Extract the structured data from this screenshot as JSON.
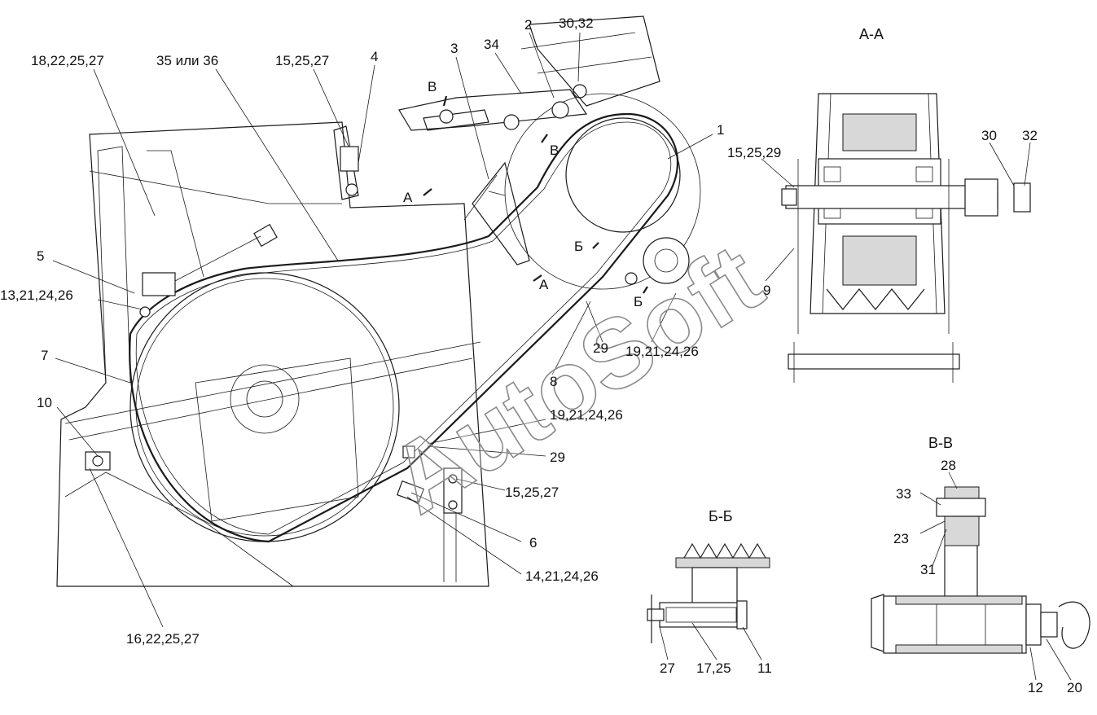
{
  "colors": {
    "ink": "#1a1a1a",
    "paper": "#ffffff",
    "watermark_stroke": "#8a8a8a"
  },
  "watermark": "AutoSoft",
  "sections": {
    "aa": "А-А",
    "bb": "Б-Б",
    "vv": "В-В"
  },
  "labels": {
    "l_18_22_25_27": "18,22,25,27",
    "l_35_or_36": "35 или 36",
    "l_15_25_27_top": "15,25,27",
    "l_4": "4",
    "l_3": "3",
    "l_34": "34",
    "l_2": "2",
    "l_30_32_top": "30,32",
    "l_1": "1",
    "l_5": "5",
    "l_13_21_24_26": "13,21,24,26",
    "l_7": "7",
    "l_10": "10",
    "l_8": "8",
    "l_29_a": "29",
    "l_19_21_24_26_a": "19,21,24,26",
    "l_19_21_24_26_b": "19,21,24,26",
    "l_29_b": "29",
    "l_15_25_27_mid": "15,25,27",
    "l_6": "6",
    "l_14_21_24_26": "14,21,24,26",
    "l_16_22_25_27": "16,22,25,27",
    "l_9": "9",
    "l_15_25_29": "15,25,29",
    "l_30": "30",
    "l_32": "32",
    "l_28": "28",
    "l_33": "33",
    "l_23": "23",
    "l_31": "31",
    "l_12": "12",
    "l_20": "20",
    "l_27": "27",
    "l_17_25": "17,25",
    "l_11": "11"
  },
  "cut_marks": {
    "v_top": "В",
    "v_bottom": "В",
    "a_top": "А",
    "a_bottom": "А",
    "b_top": "Б",
    "b_bottom": "Б"
  }
}
